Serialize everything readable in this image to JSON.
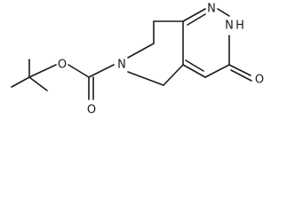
{
  "molecule": {
    "atoms": {
      "ester_oxygen": "O",
      "carbonyl_oxygen": "O",
      "ring_nitrogen": "N",
      "pyridazine_n1": "N",
      "pyridazine_nh": "N",
      "nh_hydrogen": "H",
      "ketone_oxygen": "O"
    }
  }
}
